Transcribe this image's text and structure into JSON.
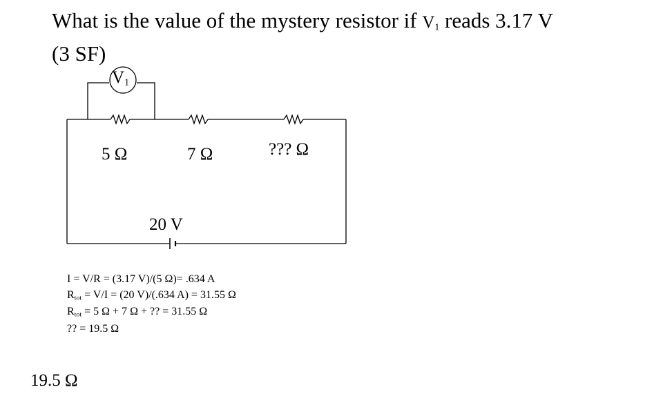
{
  "question": {
    "line1_a": "What is the value of the mystery resistor if ",
    "meter": "V",
    "meter_sub": "1",
    "line1_b": " reads 3.17 V",
    "line2": "(3 SF)"
  },
  "circuit": {
    "voltmeter": {
      "symbol": "V",
      "sub": "1"
    },
    "resistors": [
      {
        "label": "5 Ω"
      },
      {
        "label": "7 Ω"
      },
      {
        "label": "??? Ω"
      }
    ],
    "battery": {
      "label": "20 V"
    }
  },
  "work": [
    {
      "text": "I = V/R = (3.17 V)/(5 Ω)= .634 A"
    },
    {
      "pre": "R",
      "sub": "tot",
      "text": " = V/I = (20 V)/(.634 A) = 31.55 Ω"
    },
    {
      "pre": "R",
      "sub": "tot",
      "text": " = 5 Ω + 7 Ω + ?? = 31.55 Ω"
    },
    {
      "text": "?? = 19.5 Ω"
    }
  ],
  "answer": "19.5 Ω"
}
